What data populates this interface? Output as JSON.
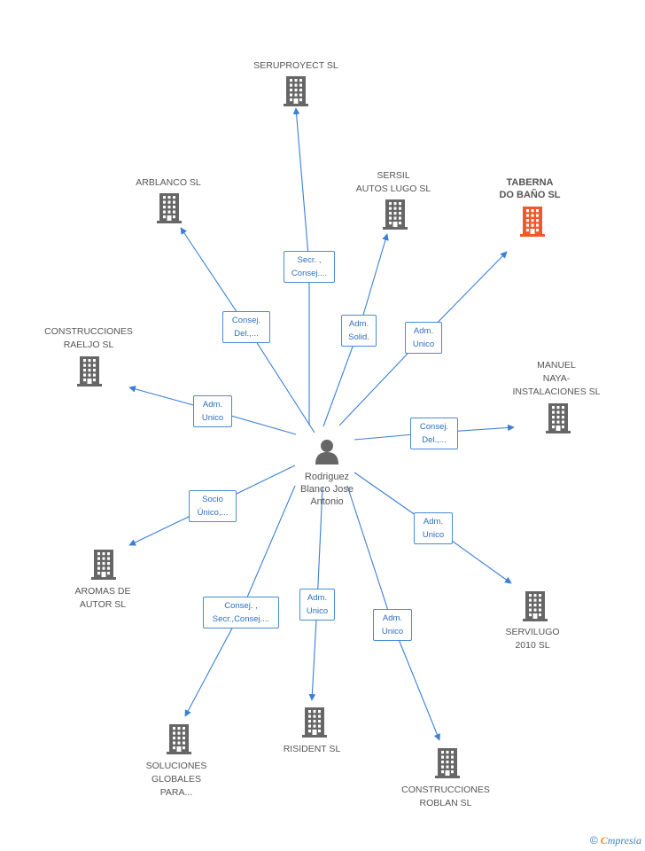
{
  "colors": {
    "line": "#3a7fd5",
    "building": "#666666",
    "highlight": "#f05a28",
    "person": "#666666",
    "edge_text": "#2f6fba"
  },
  "center": {
    "icon": "person-icon",
    "lines": [
      "Rodriguez",
      "Blanco Jose",
      "Antonio"
    ]
  },
  "nodes": [
    {
      "id": "seruproyect",
      "lines": [
        "SERUPROYECT SL"
      ],
      "highlight": false
    },
    {
      "id": "arblanco",
      "lines": [
        "ARBLANCO SL"
      ],
      "highlight": false
    },
    {
      "id": "sersil",
      "lines": [
        "SERSIL",
        "AUTOS LUGO SL"
      ],
      "highlight": false
    },
    {
      "id": "taberna",
      "lines": [
        "TABERNA",
        "DO BAÑO SL"
      ],
      "highlight": true
    },
    {
      "id": "raeljo",
      "lines": [
        "CONSTRUCCIONES",
        "RAELJO SL"
      ],
      "highlight": false
    },
    {
      "id": "manuel",
      "lines": [
        "MANUEL",
        "NAYA-",
        "INSTALACIONES SL"
      ],
      "highlight": false
    },
    {
      "id": "aromas",
      "lines": [
        "AROMAS DE",
        "AUTOR SL"
      ],
      "highlight": false
    },
    {
      "id": "servilugo",
      "lines": [
        "SERVILUGO",
        "2010 SL"
      ],
      "highlight": false
    },
    {
      "id": "soluciones",
      "lines": [
        "SOLUCIONES",
        "GLOBALES",
        "PARA..."
      ],
      "highlight": false
    },
    {
      "id": "risident",
      "lines": [
        "RISIDENT SL"
      ],
      "highlight": false
    },
    {
      "id": "roblan",
      "lines": [
        "CONSTRUCCIONES",
        "ROBLAN SL"
      ],
      "highlight": false
    }
  ],
  "edges": [
    {
      "to": "seruproyect",
      "lines": [
        "Secr. ,",
        "Consej...."
      ]
    },
    {
      "to": "arblanco",
      "lines": [
        "Consej.",
        "Del.,..."
      ]
    },
    {
      "to": "sersil",
      "lines": [
        "Adm.",
        "Solid."
      ]
    },
    {
      "to": "taberna",
      "lines": [
        "Adm.",
        "Unico"
      ]
    },
    {
      "to": "raeljo",
      "lines": [
        "Adm.",
        "Unico"
      ]
    },
    {
      "to": "manuel",
      "lines": [
        "Consej.",
        "Del.,..."
      ]
    },
    {
      "to": "aromas",
      "lines": [
        "Socio",
        "Único,..."
      ]
    },
    {
      "to": "servilugo",
      "lines": [
        "Adm.",
        "Unico"
      ]
    },
    {
      "to": "soluciones",
      "lines": [
        "Consej. ,",
        "Secr.,Consej...."
      ]
    },
    {
      "to": "risident",
      "lines": [
        "Adm.",
        "Unico"
      ]
    },
    {
      "to": "roblan",
      "lines": [
        "Adm.",
        "Unico"
      ]
    }
  ],
  "footer": {
    "copyright": "©",
    "brand_first": "C",
    "brand_rest": "mpresia"
  }
}
